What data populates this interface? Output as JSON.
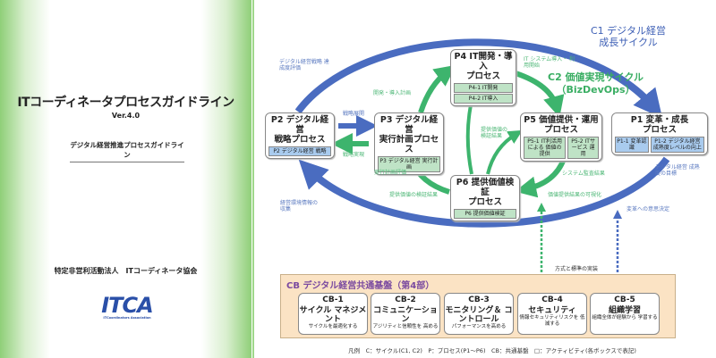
{
  "cover": {
    "title": "ITコーディネータプロセスガイドライン",
    "version": "Ver.4.0",
    "subtitle": "デジタル経営推進プロセスガイドライン",
    "organization": "特定非営利活動法人　ITコーディネータ協会",
    "logo_text": "ITCA",
    "logo_caption": "ITCoordinators Association"
  },
  "cycles": {
    "c1": [
      "C1 デジタル経営",
      "成長サイクル"
    ],
    "c2": [
      "C2 価値実現サイクル",
      "（BizDevOps）"
    ],
    "c1_color": "#4a6cc0",
    "c2_color": "#3db46d"
  },
  "processes": {
    "p1": {
      "title": [
        "P1 変革・成長",
        "プロセス"
      ],
      "activities": [
        "P1-1 変革認識",
        "P1-2 デジタル経営 成熟度レベルの向上"
      ]
    },
    "p2": {
      "title": [
        "P2 デジタル経営",
        "戦略プロセス"
      ],
      "activities": [
        "P2 デジタル経営 戦略"
      ]
    },
    "p3": {
      "title": [
        "P3 デジタル経営",
        "実行計画プロセス"
      ],
      "activities": [
        "P3 デジタル経営 実行計画"
      ]
    },
    "p4": {
      "title": [
        "P4 IT開発・導入",
        "プロセス"
      ],
      "activities": [
        "P4-1 IT開発",
        "P4-2 IT導入"
      ]
    },
    "p5": {
      "title": [
        "P5 価値提供・運用",
        "プロセス"
      ],
      "activities": [
        "P5-1 IT利活用による 価値の提供",
        "P5-2 ITサービス 運用"
      ]
    },
    "p6": {
      "title": [
        "P6 提供価値検証",
        "プロセス"
      ],
      "activities": [
        "P6 提供価値検証"
      ]
    }
  },
  "flow_labels": {
    "strategy_eval": "デジタル経営戦略 達成度評価",
    "strategy_deploy": "戦略展開",
    "strategy_realize": "戦略実現",
    "dev_plan": "開発・導入計画",
    "it_start": "IT システム導入・ 利用開始",
    "value_verify": "提供価値の 検証結果",
    "exec_eval": "実行計画評価",
    "value_verify2": "提供価値の検証結果",
    "audit": "システム監査結果",
    "visualize": "価値提供結果の可視化",
    "maturity_goal": "デジタル経営 成熟度の目標",
    "env_info": "経営環境情報の 収集",
    "decision": "変革への意思決定",
    "methods": "方式と標準の実装"
  },
  "cb": {
    "title": "CB デジタル経営共通基盤（第4部）",
    "items": [
      {
        "id": "CB-1",
        "name": "サイクル マネジメント",
        "desc": "サイクルを最適化する"
      },
      {
        "id": "CB-2",
        "name": "コミュニケーション",
        "desc": "アジリティと信頼性を 高める"
      },
      {
        "id": "CB-3",
        "name": "モニタリング＆ コントロール",
        "desc": "パフォーマンスを高める"
      },
      {
        "id": "CB-4",
        "name": "セキュリティ",
        "desc": "情報セキュリティリスクを 低減する"
      },
      {
        "id": "CB-5",
        "name": "組織学習",
        "desc": "組織全体が経験から 学習する"
      }
    ]
  },
  "legend": "凡例　C：サイクル(C1, C2)　P：プロセス(P1～P6)　CB：共通基盤　□：アクティビティ(各ボックスで表記)"
}
